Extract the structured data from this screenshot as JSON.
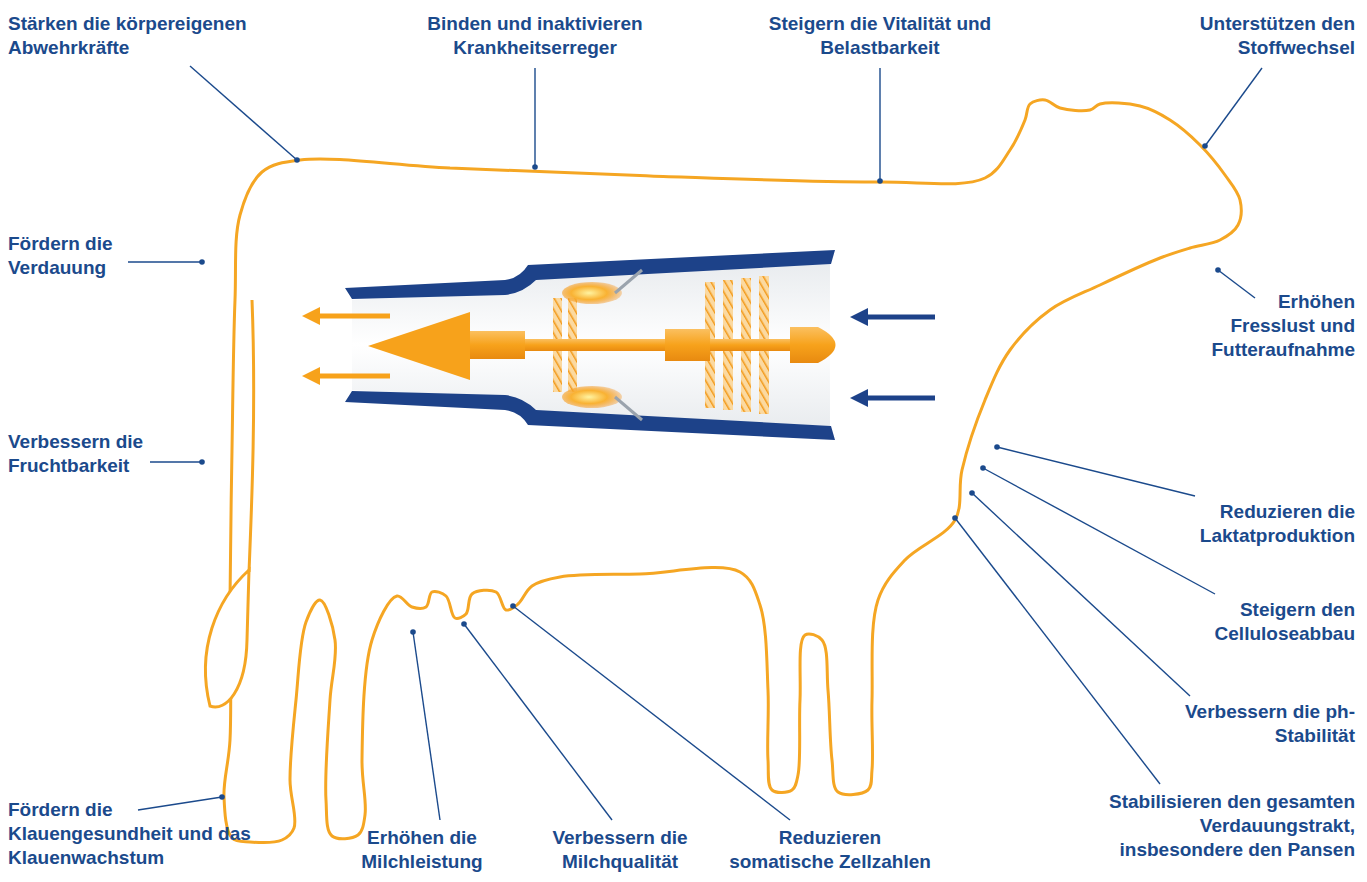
{
  "diagram": {
    "labels": [
      "Stärken die körpereigenen Abwehrkräfte",
      "Binden und inaktivieren Krankheitserreger",
      "Steigern die Vitalität und Belastbarkeit",
      "Unterstützen den Stoffwechsel",
      "Fördern die Verdauung",
      "Erhöhen Fresslust und Futteraufnahme",
      "Verbessern die Fruchtbarkeit",
      "Reduzieren die Laktatproduktion",
      "Steigern den Celluloseabbau",
      "Verbessern die ph-Stabilität",
      "Stabilisieren den gesamten Verdauungstrakt, insbesondere den Pansen",
      "Fördern die Klauengesundheit und das Klauenwachstum",
      "Erhöhen die Milchleistung",
      "Verbessern die Milchqualität",
      "Reduzieren somatische Zellzahlen"
    ]
  }
}
